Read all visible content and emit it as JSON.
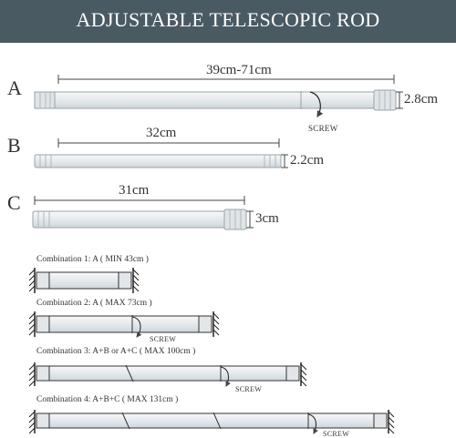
{
  "title": "ADJUSTABLE TELESCOPIC ROD",
  "rods": [
    {
      "id": "A",
      "length": "39cm-71cm",
      "diameter": "2.8cm",
      "note": "SCREW"
    },
    {
      "id": "B",
      "length": "32cm",
      "diameter": "2.2cm"
    },
    {
      "id": "C",
      "length": "31cm",
      "diameter": "3cm"
    }
  ],
  "combinations": [
    {
      "label": "Combination 1: A ( MIN 43cm )"
    },
    {
      "label": "Combination 2: A ( MAX 73cm )",
      "note": "SCREW"
    },
    {
      "label": "Combination 3: A+B or A+C ( MAX 100cm )",
      "note": "SCREW"
    },
    {
      "label": "Combination 4: A+B+C ( MAX 131cm )",
      "note": "SCREW"
    }
  ],
  "colors": {
    "banner": "#4a5a62",
    "rod_fill": "#e9edef",
    "rod_stroke": "#9aa3a8",
    "line": "#444444"
  },
  "icons": [
    "arrow-line",
    "screw-arrow",
    "wall-hatch"
  ]
}
